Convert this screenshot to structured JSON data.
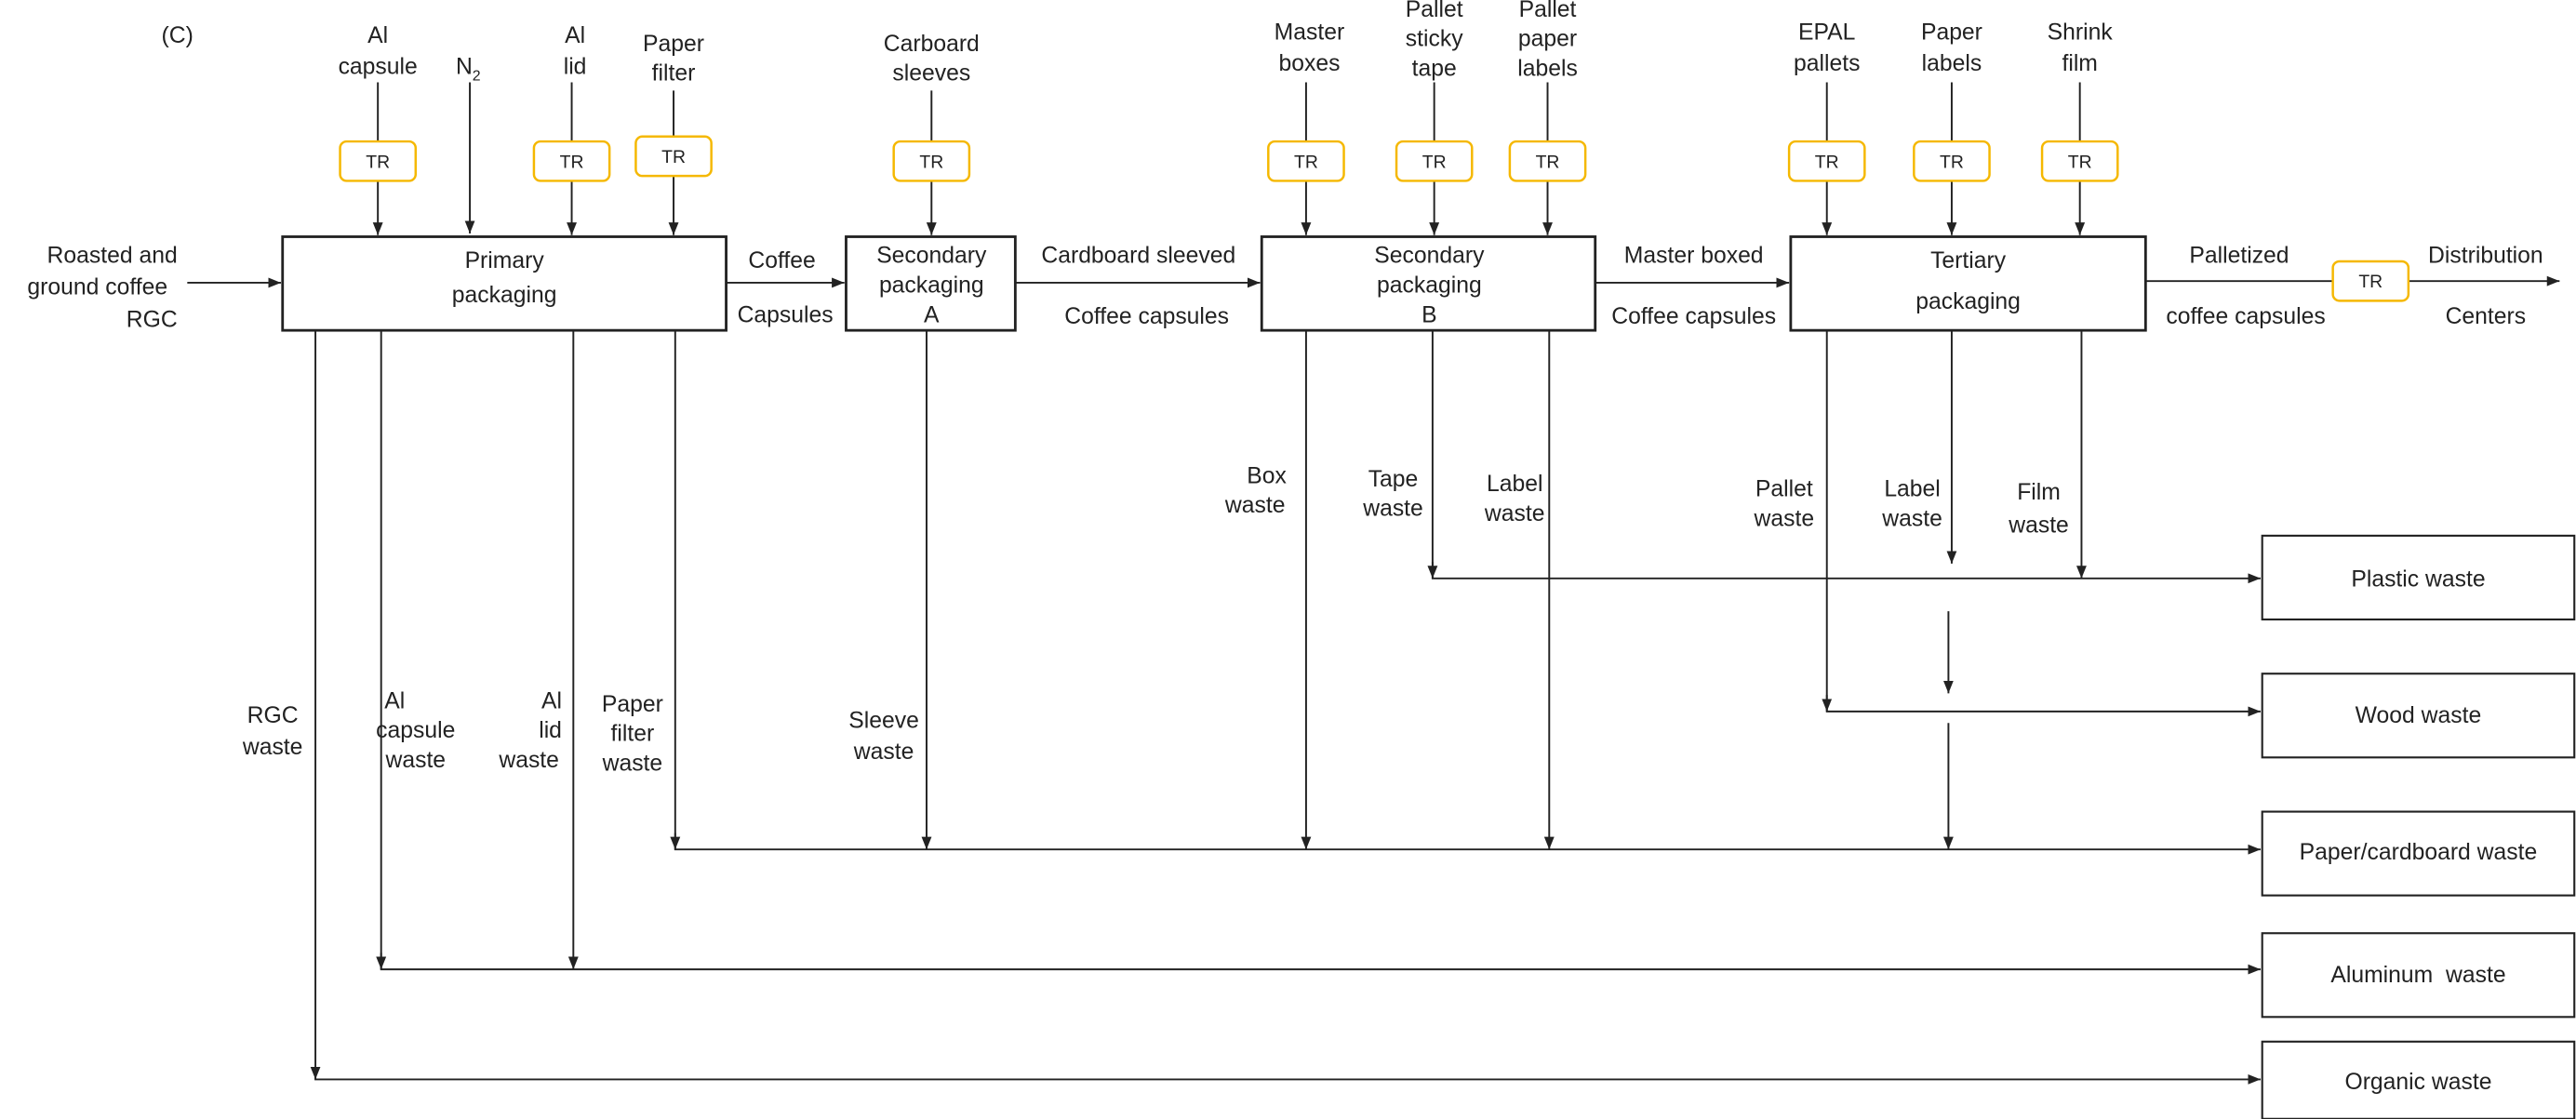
{
  "panel_label": "(C)",
  "tr_label": "TR",
  "colors": {
    "tr_border": "#f5b800",
    "line": "#222222"
  },
  "processes": {
    "primary": [
      "Primary",
      "packaging"
    ],
    "secA": [
      "Secondary",
      "packaging",
      "A"
    ],
    "secB": [
      "Secondary",
      "packaging",
      "B"
    ],
    "tertiary": [
      "Tertiary",
      "packaging"
    ]
  },
  "inputs": {
    "al_capsule": [
      "Al",
      "capsule"
    ],
    "n2": "N",
    "n2_sub": "2",
    "al_lid": [
      "Al",
      "lid"
    ],
    "paper_filter": [
      "Paper",
      "filter"
    ],
    "carboard": [
      "Carboard",
      "sleeves"
    ],
    "master_boxes": [
      "Master",
      "boxes"
    ],
    "pallet_tape": [
      "Pallet",
      "sticky",
      "tape"
    ],
    "pallet_labels": [
      "Pallet",
      "paper",
      "labels"
    ],
    "epal": [
      "EPAL",
      "pallets"
    ],
    "paper_labels": [
      "Paper",
      "labels"
    ],
    "shrink": [
      "Shrink",
      "film"
    ]
  },
  "flows": {
    "rgc": [
      "Roasted and",
      "ground coffee",
      "RGC"
    ],
    "coffee_caps": [
      "Coffee",
      "Capsules"
    ],
    "sleeved": [
      "Cardboard sleeved",
      "Coffee capsules"
    ],
    "boxed": [
      "Master boxed",
      "Coffee capsules"
    ],
    "palletized": [
      "Palletized",
      "coffee capsules"
    ],
    "distribution": [
      "Distribution",
      "Centers"
    ]
  },
  "waste_flows": {
    "rgc": [
      "RGC",
      "waste"
    ],
    "al_capsule": [
      "Al",
      "capsule",
      "waste"
    ],
    "al_lid": [
      "Al",
      "lid",
      "waste"
    ],
    "paper_filter": [
      "Paper",
      "filter",
      "waste"
    ],
    "sleeve": [
      "Sleeve",
      "waste"
    ],
    "box": [
      "Box",
      "waste"
    ],
    "tape": [
      "Tape",
      "waste"
    ],
    "label_b": [
      "Label",
      "waste"
    ],
    "pallet": [
      "Pallet",
      "waste"
    ],
    "label_t": [
      "Label",
      "waste"
    ],
    "film": [
      "Film",
      "waste"
    ]
  },
  "waste_bins": [
    "Plastic waste",
    "Wood waste",
    "Paper/cardboard waste",
    "Aluminum  waste",
    "Organic waste"
  ]
}
